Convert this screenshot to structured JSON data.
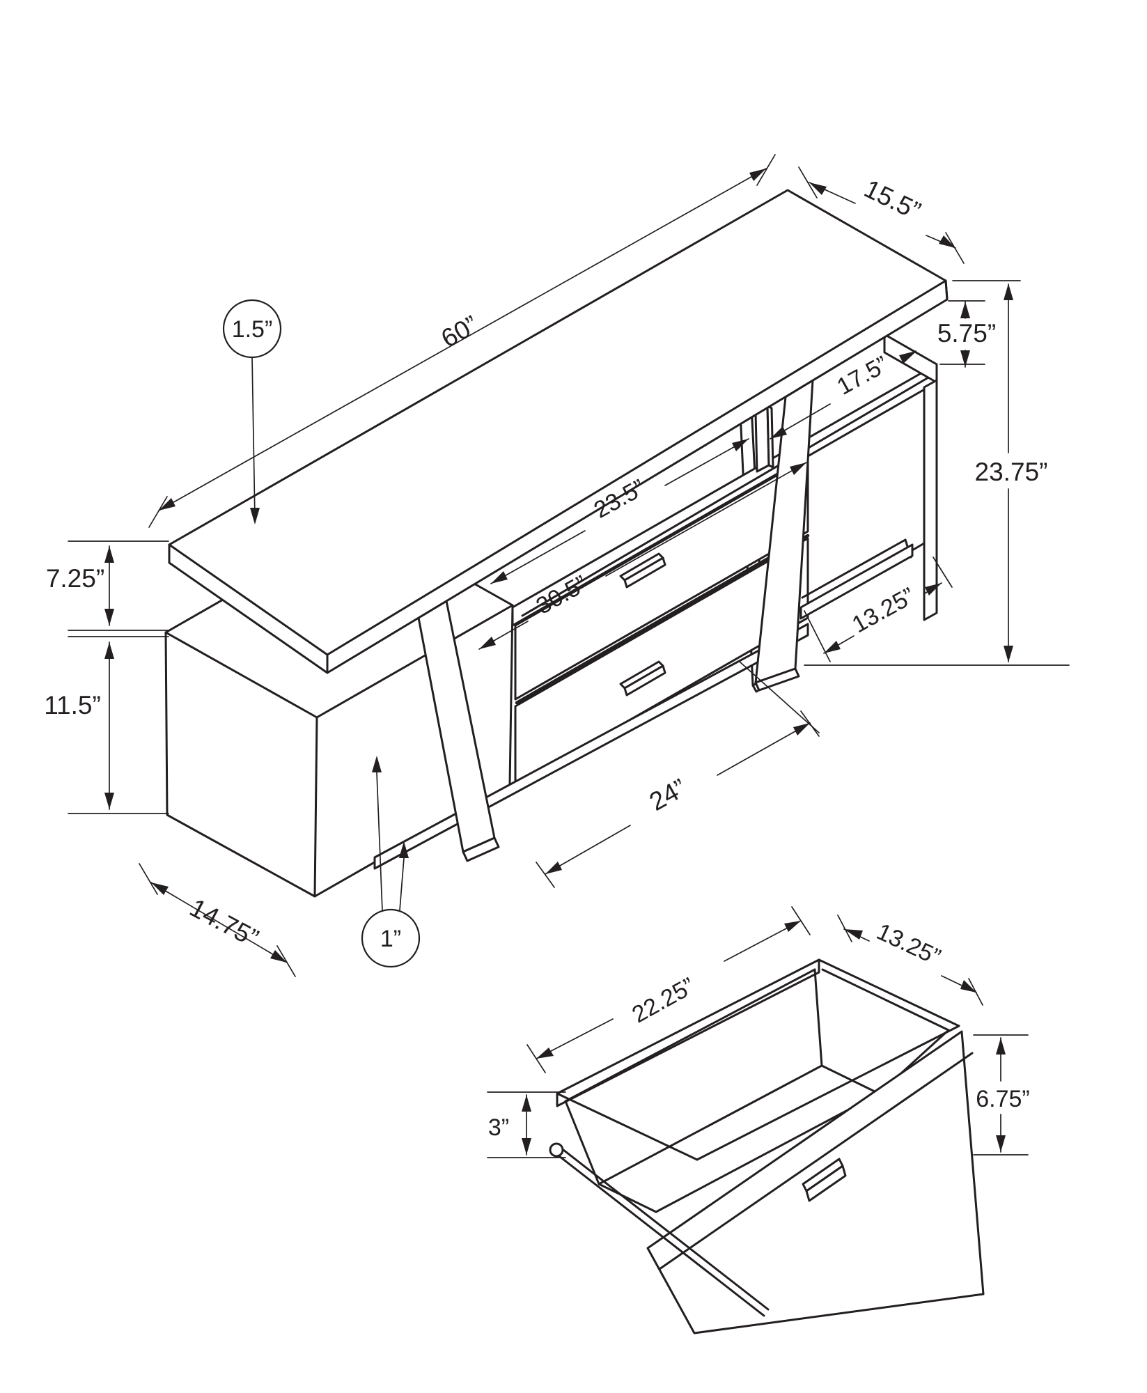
{
  "diagram": {
    "main_view": {
      "top_length": "60”",
      "top_depth": "15.5”",
      "top_thickness": "1.5”",
      "top_to_shelf_gap": "5.75”",
      "overall_height": "23.75”",
      "open_shelf_width": "17.5”",
      "drawer_opening_width": "23.5”",
      "drawer_section_width": "30.5”",
      "cubby_shelf_width": "13.25”",
      "left_gap": "7.25”",
      "cabinet_height": "11.5”",
      "cabinet_depth": "14.75”",
      "bottom_shelf_width": "24”",
      "panel_thickness": "1”"
    },
    "drawer_detail": {
      "width": "22.25”",
      "depth": "13.25”",
      "front_height": "6.75”",
      "side_height": "3”"
    }
  }
}
